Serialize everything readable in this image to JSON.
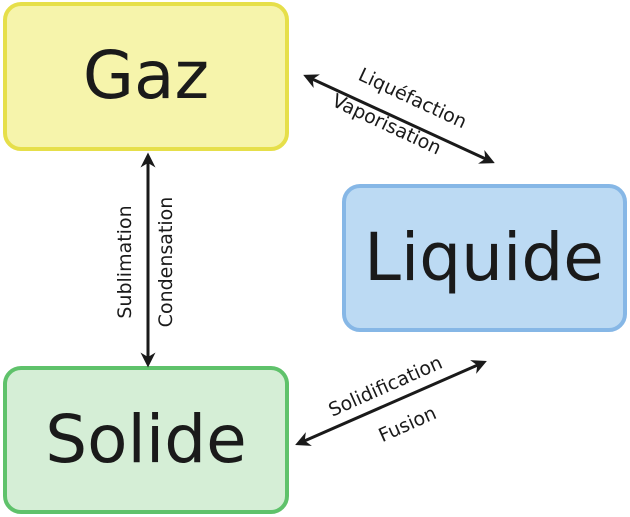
{
  "states": {
    "gas": {
      "label": "Gaz",
      "fill": "#f6f4ab",
      "border": "#e6df4a"
    },
    "liquid": {
      "label": "Liquide",
      "fill": "#bcdaf3",
      "border": "#86b7e6"
    },
    "solid": {
      "label": "Solide",
      "fill": "#d5eed6",
      "border": "#5fc26b"
    }
  },
  "transitions": {
    "gas_liquid": {
      "forward": "Liquéfaction",
      "backward": "Vaporisation"
    },
    "gas_solid": {
      "forward": "Sublimation",
      "backward": "Condensation"
    },
    "liquid_solid": {
      "forward": "Solidification",
      "backward": "Fusion"
    }
  },
  "colors": {
    "arrow": "#1a1a1a"
  }
}
